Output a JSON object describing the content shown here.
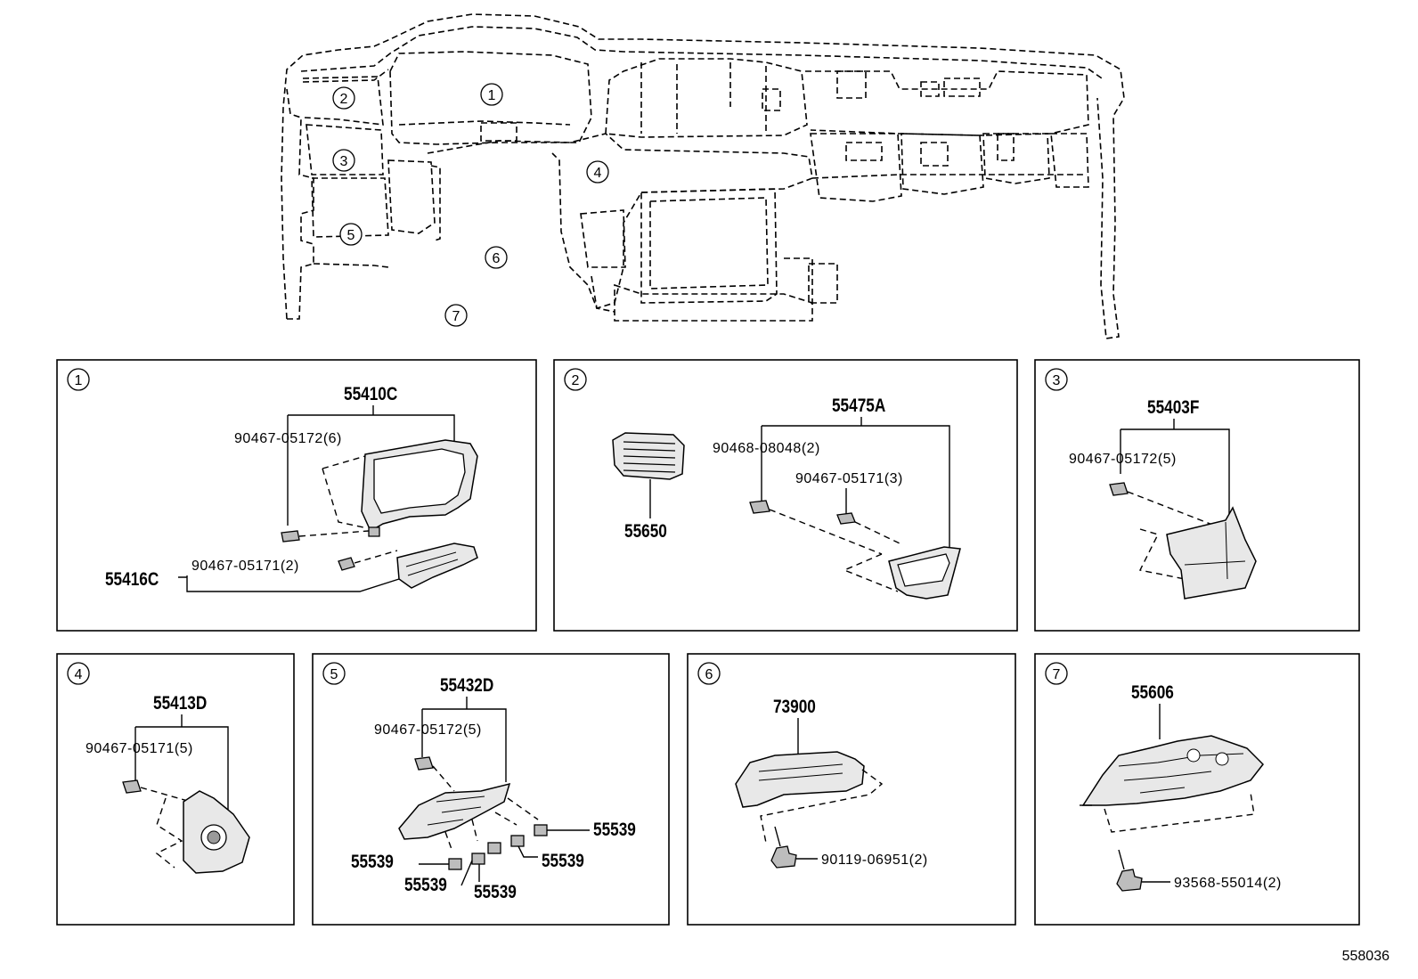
{
  "diagram_code": "558036",
  "overview": {
    "markers": [
      "1",
      "2",
      "3",
      "4",
      "5",
      "6",
      "7"
    ]
  },
  "panels": [
    {
      "index": "1",
      "labels": {
        "main": "55410C",
        "clip_a": "90467-05172(6)",
        "clip_b": "90467-05171(2)",
        "sub": "55416C"
      }
    },
    {
      "index": "2",
      "labels": {
        "main": "55475A",
        "clip_a": "90468-08048(2)",
        "clip_b": "90467-05171(3)",
        "sub": "55650"
      }
    },
    {
      "index": "3",
      "labels": {
        "main": "55403F",
        "clip_a": "90467-05172(5)"
      }
    },
    {
      "index": "4",
      "labels": {
        "main": "55413D",
        "clip_a": "90467-05171(5)"
      }
    },
    {
      "index": "5",
      "labels": {
        "main": "55432D",
        "clip_a": "90467-05172(5)",
        "vent_a": "55539",
        "vent_b": "55539",
        "vent_c": "55539",
        "vent_d": "55539",
        "vent_e": "55539"
      }
    },
    {
      "index": "6",
      "labels": {
        "main": "73900",
        "bolt": "90119-06951(2)"
      }
    },
    {
      "index": "7",
      "labels": {
        "main": "55606",
        "bolt": "93568-55014(2)"
      }
    }
  ]
}
